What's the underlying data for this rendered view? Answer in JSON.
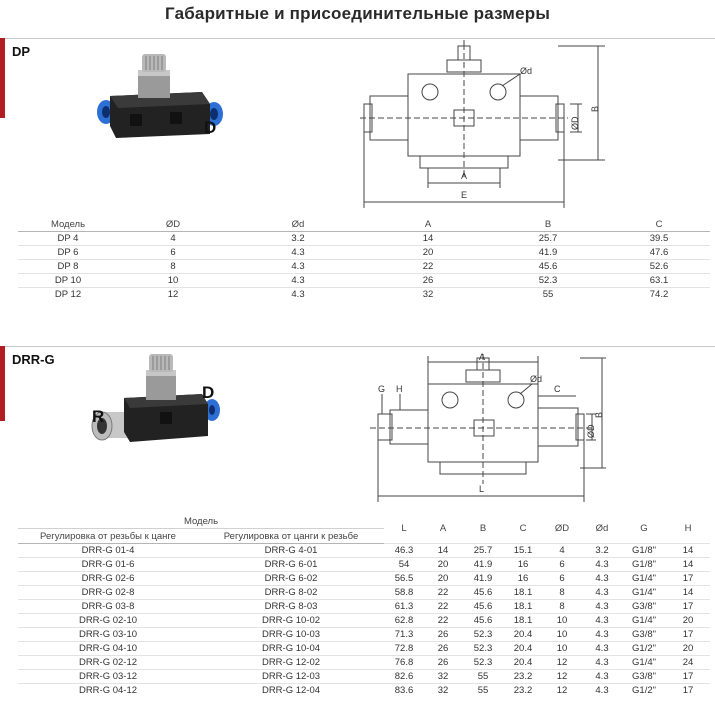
{
  "title": "Габаритные и присоединительные размеры",
  "accent_color": "#b01e24",
  "dp": {
    "label": "DP",
    "photo_port_label": "D",
    "drawing": {
      "dim_A": "A",
      "dim_B": "B",
      "dim_E": "E",
      "dim_d": "Ød",
      "dim_D": "ØD"
    },
    "columns": [
      "Модель",
      "ØD",
      "Ød",
      "A",
      "B",
      "C"
    ],
    "rows": [
      [
        "DP 4",
        "4",
        "3.2",
        "14",
        "25.7",
        "39.5"
      ],
      [
        "DP 6",
        "6",
        "4.3",
        "20",
        "41.9",
        "47.6"
      ],
      [
        "DP 8",
        "8",
        "4.3",
        "22",
        "45.6",
        "52.6"
      ],
      [
        "DP 10",
        "10",
        "4.3",
        "26",
        "52.3",
        "63.1"
      ],
      [
        "DP 12",
        "12",
        "4.3",
        "32",
        "55",
        "74.2"
      ]
    ]
  },
  "drrg": {
    "label": "DRR-G",
    "photo_port_label_d": "D",
    "photo_port_label_r": "R",
    "drawing": {
      "dim_A": "A",
      "dim_B": "B",
      "dim_C": "C",
      "dim_L": "L",
      "dim_d": "Ød",
      "dim_D": "ØD",
      "dim_G": "G",
      "dim_H": "H"
    },
    "group_header": "Модель",
    "sub_headers": [
      "Регулировка от резьбы к цанге",
      "Регулировка от цанги к резьбе"
    ],
    "columns": [
      "L",
      "A",
      "B",
      "C",
      "ØD",
      "Ød",
      "G",
      "H"
    ],
    "rows": [
      [
        "DRR-G 01-4",
        "DRR-G 4-01",
        "46.3",
        "14",
        "25.7",
        "15.1",
        "4",
        "3.2",
        "G1/8\"",
        "14"
      ],
      [
        "DRR-G 01-6",
        "DRR-G 6-01",
        "54",
        "20",
        "41.9",
        "16",
        "6",
        "4.3",
        "G1/8\"",
        "14"
      ],
      [
        "DRR-G 02-6",
        "DRR-G 6-02",
        "56.5",
        "20",
        "41.9",
        "16",
        "6",
        "4.3",
        "G1/4\"",
        "17"
      ],
      [
        "DRR-G 02-8",
        "DRR-G 8-02",
        "58.8",
        "22",
        "45.6",
        "18.1",
        "8",
        "4.3",
        "G1/4\"",
        "14"
      ],
      [
        "DRR-G 03-8",
        "DRR-G 8-03",
        "61.3",
        "22",
        "45.6",
        "18.1",
        "8",
        "4.3",
        "G3/8\"",
        "17"
      ],
      [
        "DRR-G 02-10",
        "DRR-G 10-02",
        "62.8",
        "22",
        "45.6",
        "18.1",
        "10",
        "4.3",
        "G1/4\"",
        "20"
      ],
      [
        "DRR-G 03-10",
        "DRR-G 10-03",
        "71.3",
        "26",
        "52.3",
        "20.4",
        "10",
        "4.3",
        "G3/8\"",
        "17"
      ],
      [
        "DRR-G 04-10",
        "DRR-G 10-04",
        "72.8",
        "26",
        "52.3",
        "20.4",
        "10",
        "4.3",
        "G1/2\"",
        "20"
      ],
      [
        "DRR-G 02-12",
        "DRR-G 12-02",
        "76.8",
        "26",
        "52.3",
        "20.4",
        "12",
        "4.3",
        "G1/4\"",
        "24"
      ],
      [
        "DRR-G 03-12",
        "DRR-G 12-03",
        "82.6",
        "32",
        "55",
        "23.2",
        "12",
        "4.3",
        "G3/8\"",
        "17"
      ],
      [
        "DRR-G 04-12",
        "DRR-G 12-04",
        "83.6",
        "32",
        "55",
        "23.2",
        "12",
        "4.3",
        "G1/2\"",
        "17"
      ]
    ]
  }
}
